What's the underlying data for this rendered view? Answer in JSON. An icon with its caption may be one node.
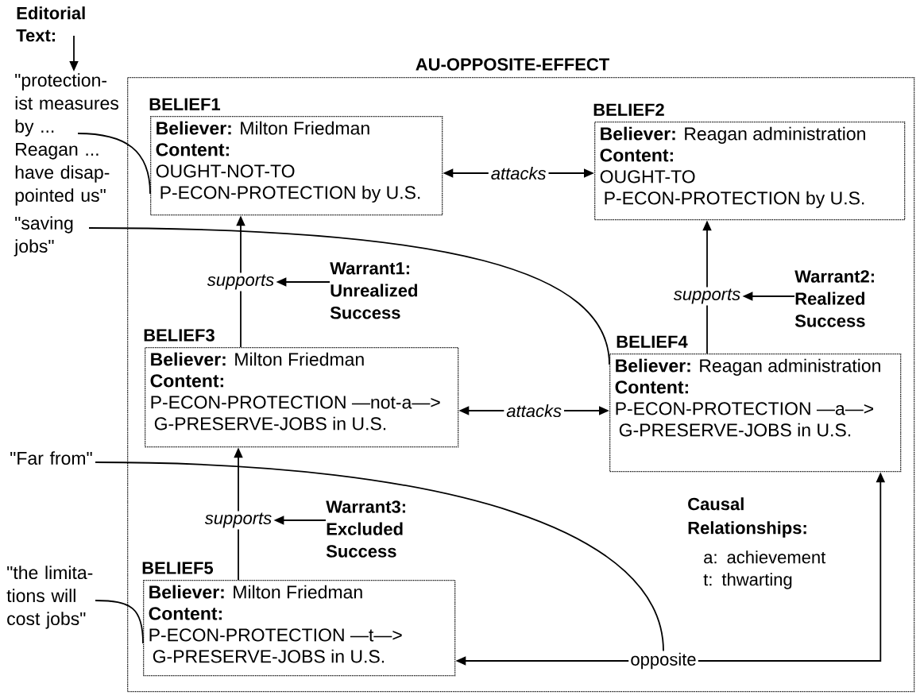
{
  "diagram": {
    "nodes": [
      {
        "text": [
          "AU-OPPOSITE-EFFECT"
        ]
      },
      {
        "text": [
          "BELIEF1",
          "**Believer:** Milton Friedman",
          "Content:",
          "OUGHT-NOT-TO",
          "P-ECON-PROTECTION by U.S."
        ],
        "in": 0
      },
      {
        "text": [
          "BELIEF2",
          "**Believer:** Reagan administration",
          "Content:",
          "OUGHT-TO",
          "P-ECON-PROTECTION by U.S."
        ],
        "in": 0
      },
      {
        "text": [
          "BELIEF3",
          "**Believer:** Milton Friedman",
          "Content:",
          "P-ECON-PROTECTION —not-a—>",
          "G-PRESERVE-JOBS in U.S."
        ],
        "in": 0
      },
      {
        "text": [
          "BELIEF4",
          "**Believer:** Reagan administration",
          "Content:",
          "P-ECON-PROTECTION —a—>",
          "G-PRESERVE-JOBS in U.S."
        ],
        "in": 0
      },
      {
        "text": [
          "BELIEF5",
          "**Believer:** Milton Friedman",
          "Content:",
          "P-ECON-PROTECTION —t—>",
          "G-PRESERVE-JOBS in U.S."
        ],
        "in": 0
      },
      {
        "text": [
          "supports"
        ],
        "in": 0
      },
      {
        "text": [
          "Warrant1: Unrealized Success"
        ],
        "in": 0
      },
      {
        "text": [
          "supports"
        ],
        "in": 0
      },
      {
        "text": [
          "Warrant2: Realized Success"
        ],
        "in": 0
      },
      {
        "text": [
          "supports"
        ],
        "in": 0
      },
      {
        "text": [
          "Warrant3: Excluded Success"
        ],
        "in": 0
      },
      {
        "text": [
          "opposite"
        ],
        "in": 0
      },
      {
        "text": [
          "Editorial Text:"
        ]
      },
      {
        "text": [
          "\"protection- ist measures by ... Reagan ... have disap- pointed us\""
        ]
      },
      {
        "text": [
          "\"saving jobs\""
        ]
      },
      {
        "text": [
          "\"Far from\""
        ]
      },
      {
        "text": [
          "\"the limita- tions will cost jobs\""
        ]
      }
    ],
    "edges": [
      {
        "from": 13,
        "to": 14,
        "arrow": "to"
      },
      {
        "from": 14,
        "to": 1,
        "arrow": "none"
      },
      {
        "from": 15,
        "to": 4,
        "arrow": "none"
      },
      {
        "from": 16,
        "to": 12,
        "arrow": "none"
      },
      {
        "from": 17,
        "to": 5,
        "arrow": "none"
      },
      {
        "from": 1,
        "to": 2,
        "arrow": "both",
        "label": "attacks"
      },
      {
        "from": 3,
        "to": 4,
        "arrow": "both",
        "label": "attacks"
      },
      {
        "from": 3,
        "to": 6,
        "arrow": "none"
      },
      {
        "from": 6,
        "to": 1,
        "arrow": "to"
      },
      {
        "from": 7,
        "to": 6,
        "arrow": "to"
      },
      {
        "from": 4,
        "to": 8,
        "arrow": "none"
      },
      {
        "from": 8,
        "to": 2,
        "arrow": "to"
      },
      {
        "from": 9,
        "to": 8,
        "arrow": "to"
      },
      {
        "from": 5,
        "to": 10,
        "arrow": "none"
      },
      {
        "from": 10,
        "to": 3,
        "arrow": "to"
      },
      {
        "from": 11,
        "to": 10,
        "arrow": "to"
      },
      {
        "from": 12,
        "to": 5,
        "arrow": "to"
      },
      {
        "from": 12,
        "to": 4,
        "arrow": "to"
      }
    ],
    "labels": [
      "Causal Relationships:",
      "a: achievement",
      "t: thwarting"
    ]
  }
}
